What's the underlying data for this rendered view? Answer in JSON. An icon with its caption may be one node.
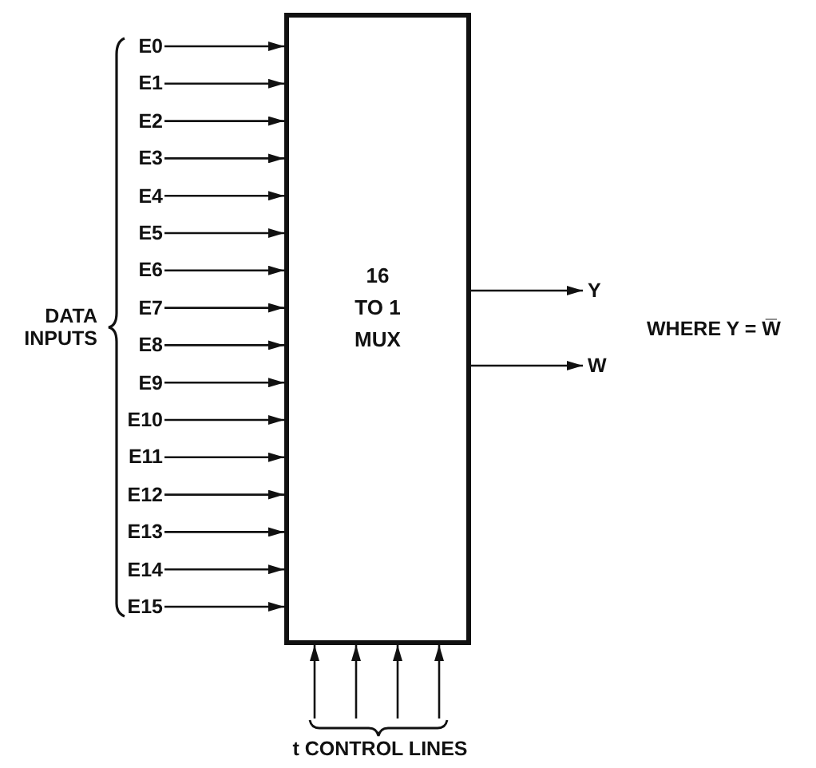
{
  "diagram": {
    "nodes": [
      {
        "text": [
          "16 TO 1 MUX"
        ]
      },
      {
        "text": [
          "E0"
        ]
      },
      {
        "text": [
          "E1"
        ]
      },
      {
        "text": [
          "E2"
        ]
      },
      {
        "text": [
          "E3"
        ]
      },
      {
        "text": [
          "E4"
        ]
      },
      {
        "text": [
          "E5"
        ]
      },
      {
        "text": [
          "E6"
        ]
      },
      {
        "text": [
          "E7"
        ]
      },
      {
        "text": [
          "E8"
        ]
      },
      {
        "text": [
          "E9"
        ]
      },
      {
        "text": [
          "E10"
        ]
      },
      {
        "text": [
          "E11"
        ]
      },
      {
        "text": [
          "E12"
        ]
      },
      {
        "text": [
          "E13"
        ]
      },
      {
        "text": [
          "E14"
        ]
      },
      {
        "text": [
          "E15"
        ]
      },
      {
        "text": [
          "Y"
        ]
      },
      {
        "text": [
          "W"
        ]
      }
    ],
    "edges": [
      {
        "from": 1,
        "to": 0,
        "arrow": "to"
      },
      {
        "from": 2,
        "to": 0,
        "arrow": "to"
      },
      {
        "from": 3,
        "to": 0,
        "arrow": "to"
      },
      {
        "from": 4,
        "to": 0,
        "arrow": "to"
      },
      {
        "from": 5,
        "to": 0,
        "arrow": "to"
      },
      {
        "from": 6,
        "to": 0,
        "arrow": "to"
      },
      {
        "from": 7,
        "to": 0,
        "arrow": "to"
      },
      {
        "from": 8,
        "to": 0,
        "arrow": "to"
      },
      {
        "from": 9,
        "to": 0,
        "arrow": "to"
      },
      {
        "from": 10,
        "to": 0,
        "arrow": "to"
      },
      {
        "from": 11,
        "to": 0,
        "arrow": "to"
      },
      {
        "from": 12,
        "to": 0,
        "arrow": "to"
      },
      {
        "from": 13,
        "to": 0,
        "arrow": "to"
      },
      {
        "from": 14,
        "to": 0,
        "arrow": "to"
      },
      {
        "from": 15,
        "to": 0,
        "arrow": "to"
      },
      {
        "from": 16,
        "to": 0,
        "arrow": "to"
      },
      {
        "from": 0,
        "to": 17,
        "arrow": "to"
      },
      {
        "from": 0,
        "to": 18,
        "arrow": "to"
      },
      {
        "from": null,
        "to": 0,
        "arrow": "to"
      },
      {
        "from": null,
        "to": 0,
        "arrow": "to"
      },
      {
        "from": null,
        "to": 0,
        "arrow": "to"
      },
      {
        "from": null,
        "to": 0,
        "arrow": "to"
      }
    ],
    "labels": [
      "DATA INPUTS",
      "WHERE Y = W̅",
      "t CONTROL LINES"
    ]
  }
}
